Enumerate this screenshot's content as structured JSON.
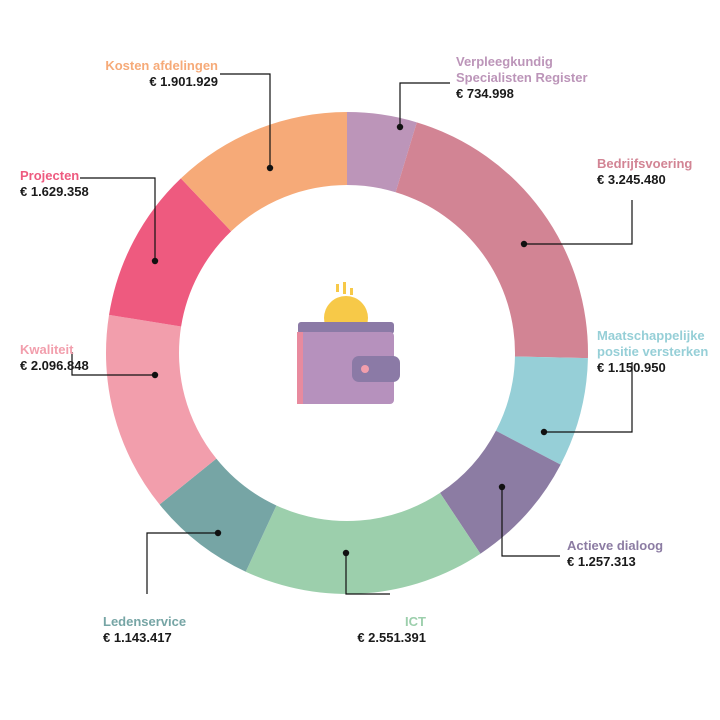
{
  "chart_data": {
    "type": "pie",
    "style": "donut",
    "currency_symbol": "€",
    "slices": [
      {
        "name": "Verpleegkundig Specialisten Register",
        "value_label": "€ 734.998",
        "value": 734998,
        "color": "#bc95b9"
      },
      {
        "name": "Bedrijfsvoering",
        "value_label": "€ 3.245.480",
        "value": 3245480,
        "color": "#d28494"
      },
      {
        "name": "Maatschappelijke positie versterken",
        "value_label": "€ 1.150.950",
        "value": 1150950,
        "color": "#96cfd7"
      },
      {
        "name": "Actieve dialoog",
        "value_label": "€ 1.257.313",
        "value": 1257313,
        "color": "#8c7ca3"
      },
      {
        "name": "ICT",
        "value_label": "€ 2.551.391",
        "value": 2551391,
        "color": "#9ccfac"
      },
      {
        "name": "Ledenservice",
        "value_label": "€ 1.143.417",
        "value": 1143417,
        "color": "#76a5a5"
      },
      {
        "name": "Kwaliteit",
        "value_label": "€ 2.096.848",
        "value": 2096848,
        "color": "#f29eac"
      },
      {
        "name": "Projecten",
        "value_label": "€ 1.629.358",
        "value": 1629358,
        "color": "#ee5a7f"
      },
      {
        "name": "Kosten afdelingen",
        "value_label": "€ 1.901.929",
        "value": 1901929,
        "color": "#f6aa78"
      }
    ],
    "center_icon": "wallet-with-coin-icon"
  }
}
